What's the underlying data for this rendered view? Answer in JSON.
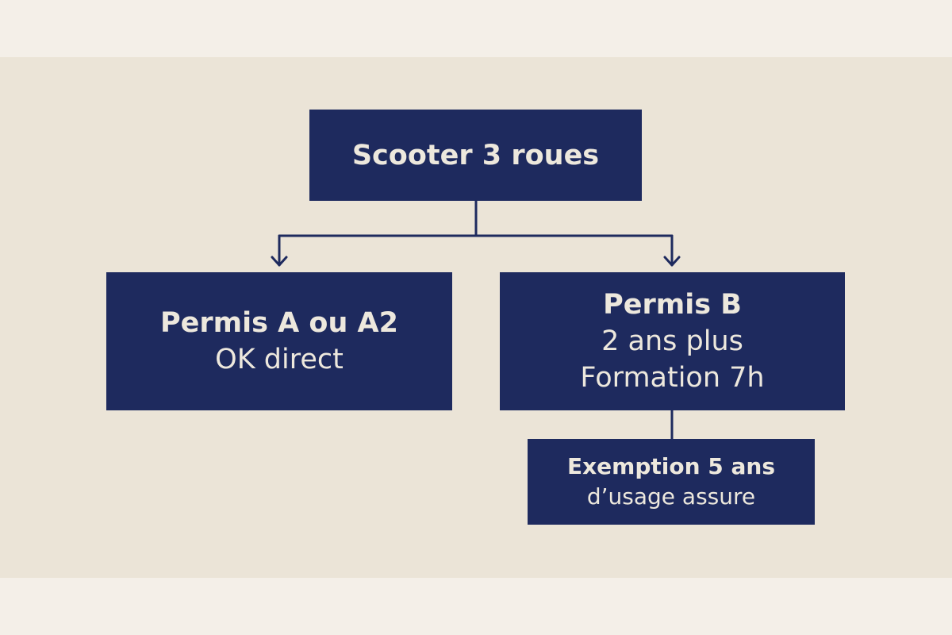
{
  "diagram": {
    "root": {
      "label": "Scooter 3 roues"
    },
    "branches": [
      {
        "title": "Permis A ou A2",
        "lines": [
          "OK direct"
        ]
      },
      {
        "title": "Permis B",
        "lines": [
          "2 ans plus",
          "Formation 7h"
        ],
        "child": {
          "title": "Exemption 5 ans",
          "lines": [
            "d’usage assure"
          ]
        }
      }
    ]
  },
  "colors": {
    "outer_background": "#f4efe8",
    "panel_background": "#ebe4d7",
    "box_fill": "#1e2a5e",
    "box_text": "#ede8dd",
    "connector": "#1e2a5e"
  }
}
